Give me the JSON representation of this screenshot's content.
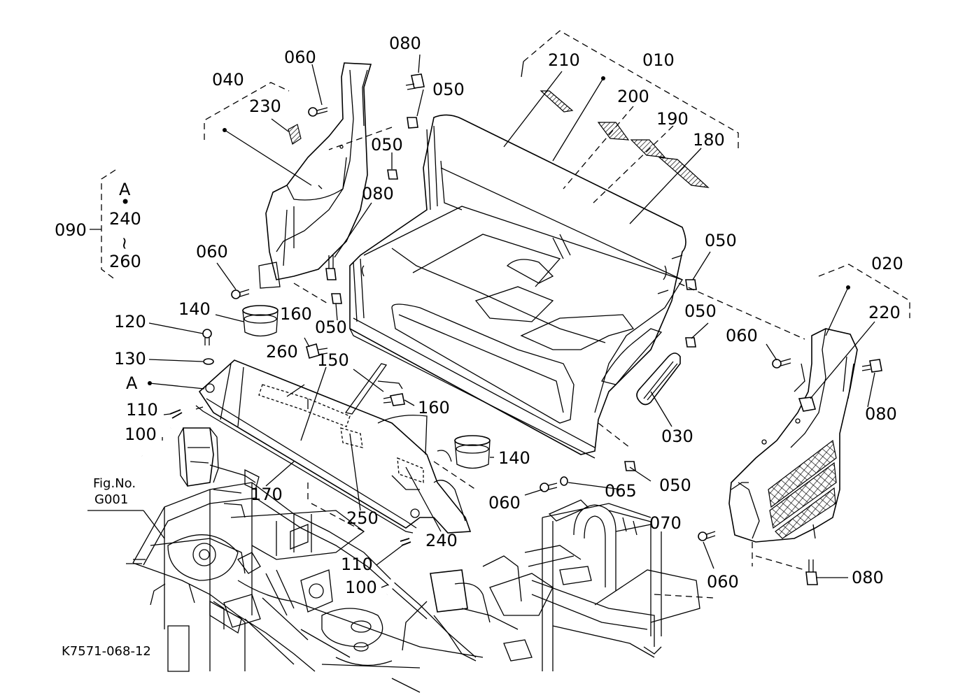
{
  "diagram": {
    "drawing_number": "K7571-068-12",
    "figure_reference": {
      "line1": "Fig.No.",
      "line2": "G001"
    },
    "group_090": {
      "id": "090",
      "item1": "A",
      "dot": "•",
      "item2": "240",
      "tilde": "~",
      "item3": "260"
    },
    "callouts": {
      "c010": "010",
      "c020": "020",
      "c030": "030",
      "c040": "040",
      "c050a": "050",
      "c050b": "050",
      "c050c": "050",
      "c050d": "050",
      "c050e": "050",
      "c050f": "050",
      "c060a": "060",
      "c060b": "060",
      "c060c": "060",
      "c060d": "060",
      "c060e": "060",
      "c065": "065",
      "c070": "070",
      "c080a": "080",
      "c080b": "080",
      "c080c": "080",
      "c080d": "080",
      "c100a": "100",
      "c100b": "100",
      "c110a": "110",
      "c110b": "110",
      "c120": "120",
      "c130": "130",
      "c140a": "140",
      "c140b": "140",
      "c150": "150",
      "c160a": "160",
      "c160b": "160",
      "c170": "170",
      "c180": "180",
      "c190": "190",
      "c200": "200",
      "c210": "210",
      "c220": "220",
      "c230": "230",
      "c240": "240",
      "c250": "250",
      "c260": "260",
      "cA": "A"
    }
  }
}
